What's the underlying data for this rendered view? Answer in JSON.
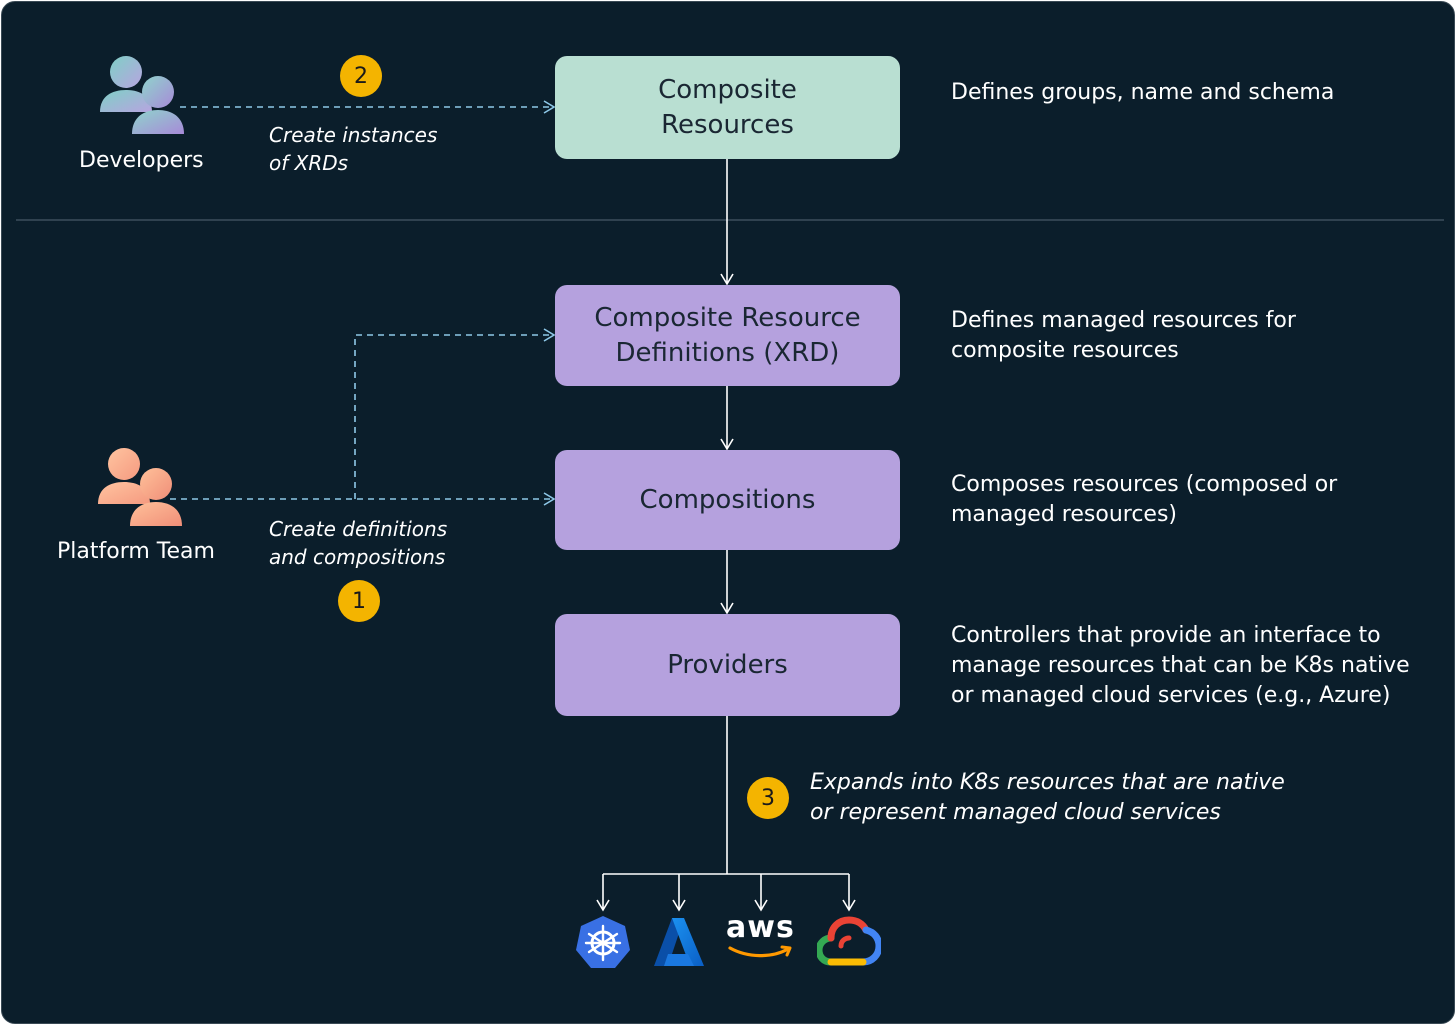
{
  "boxes": {
    "composite": [
      "Composite",
      "Resources"
    ],
    "xrd": [
      "Composite Resource",
      "Definitions (XRD)"
    ],
    "compositions": "Compositions",
    "providers": "Providers"
  },
  "descriptions": {
    "composite": [
      "Defines groups, name and schema"
    ],
    "xrd": [
      "Defines managed resources for",
      "composite resources"
    ],
    "compositions": [
      "Composes resources (composed or",
      "managed resources)"
    ],
    "providers": [
      "Controllers that provide an interface to",
      "manage resources that can be K8s native",
      "or managed cloud services (e.g., Azure)"
    ]
  },
  "actors": {
    "developers": "Developers",
    "platform_team": "Platform Team"
  },
  "annotations": {
    "developers_note": [
      "Create instances",
      "of XRDs"
    ],
    "platform_note": [
      "Create definitions",
      "and compositions"
    ],
    "expand_note": [
      "Expands into K8s resources that are native",
      "or represent managed cloud services"
    ]
  },
  "badges": {
    "step1": "1",
    "step2": "2",
    "step3": "3"
  },
  "logos": {
    "kubernetes": "kubernetes-logo",
    "azure": "azure-logo",
    "aws": {
      "text": "aws"
    },
    "gcp": "google-cloud-logo"
  },
  "colors": {
    "background": "#0b1e2b",
    "teal_box": "#b9dfd2",
    "purple_box": "#b5a1de",
    "badge": "#f4b400",
    "dashed_arrow": "#8ec8e8"
  }
}
